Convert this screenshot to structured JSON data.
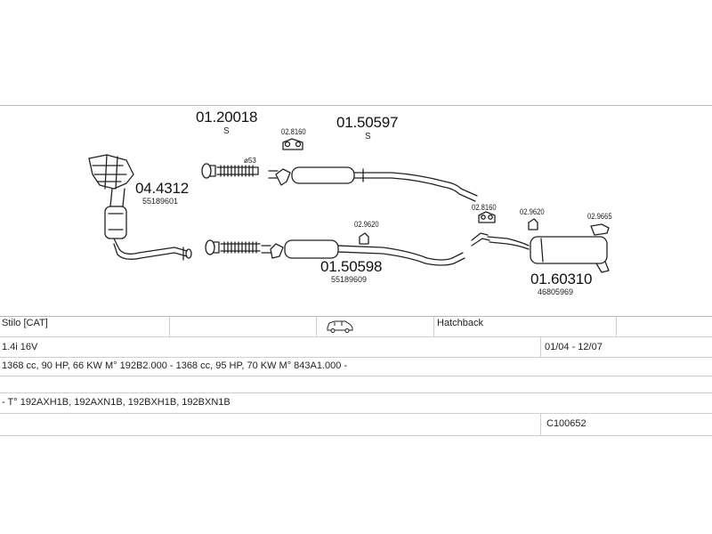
{
  "diagram": {
    "part_codes": {
      "upper_pipe": "01.20018",
      "front_silencer_top": "01.50597",
      "manifold_cat": "04.4312",
      "front_silencer_bottom": "01.50598",
      "rear_silencer": "01.60310"
    },
    "oem_numbers": {
      "manifold_cat": "55189601",
      "front_silencer_bottom": "55189609",
      "rear_silencer": "46805969"
    },
    "small_refs": {
      "hanger_top": "02.8160",
      "hanger_mid": "02.9620",
      "hanger_rear_a": "02.8160",
      "hanger_rear_b": "02.9620",
      "clamp_rear": "02.9665"
    },
    "s_marks": {
      "upper_pipe": "S",
      "front_silencer_top": "S"
    },
    "diameter_mark": "ø53"
  },
  "table": {
    "row1": {
      "model": "Stilo  [CAT]",
      "body_icon": "car-hatchback-icon",
      "body_type": "Hatchback"
    },
    "row2": {
      "engine": "1.4i 16V",
      "years": "01/04 - 12/07"
    },
    "row3": {
      "specs": "1368 cc, 90 HP, 66 KW  M° 192B2.000 - 1368 cc, 95 HP, 70 KW  M° 843A1.000 -"
    },
    "row4": {
      "codes": "- T° 192AXH1B, 192AXN1B, 192BXH1B, 192BXN1B"
    },
    "row5": {
      "catalog": "C100652"
    }
  }
}
